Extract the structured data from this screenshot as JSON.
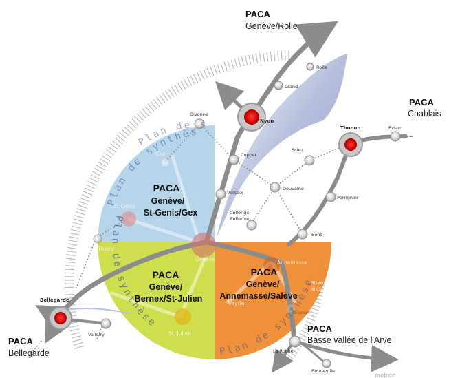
{
  "paca_labels": {
    "geneve_rolle": {
      "title": "PACA",
      "sub": "Genève/Rolle"
    },
    "chablais": {
      "title": "PACA",
      "sub": "Chablais"
    },
    "bellegarde": {
      "title": "PACA",
      "sub": "Bellegarde"
    },
    "basse_vallee": {
      "title": "PACA",
      "sub": "Basse vallée de l'Arve"
    }
  },
  "sectors": {
    "gex": {
      "title": "PACA",
      "line1": "Genève/",
      "line2": "St-Genis/Gex",
      "color": "#a9cde6"
    },
    "julien": {
      "title": "PACA",
      "line1": "Genève/",
      "line2": "Bernex/St-Julien",
      "color": "#c9da3c"
    },
    "saleve": {
      "title": "PACA",
      "line1": "Genève/",
      "line2": "Annemasse/Salève",
      "color": "#ee8a2f"
    }
  },
  "towns": {
    "nyon": "Nyon",
    "thonon": "Thonon",
    "bellegarde": "Bellegarde",
    "rolle": "Rolle",
    "gland": "Gland",
    "divonne": "Divonne",
    "coppet": "Coppet",
    "versoix": "Versoix",
    "sciez": "Sciez",
    "douvaine": "Douvaine",
    "perrignier": "Perrignier",
    "evian": "Evian",
    "collonge": "Collonge",
    "bellerive": "Bellerive",
    "bons": "Bons",
    "vallelry": "Vallelry",
    "la_roche": "La Roche",
    "bonneville": "Bonneville",
    "reignier": "Reignier"
  },
  "faint_labels": {
    "st_genis": "St-Genis",
    "thoiry": "Thoiry",
    "geneve": "Genève",
    "annemasse": "Annemasse",
    "st_julien": "St. Julien",
    "veyrier": "Veyrier",
    "anves_ales": "anves-\nales",
    "gex": "Gex"
  },
  "arc_text": {
    "outer_green": "Plan de synthèse",
    "outer_blue": "Plan de synthèse",
    "orange": "Plan de synthèse",
    "blue_top": "Plan de s"
  },
  "credit": "metron"
}
